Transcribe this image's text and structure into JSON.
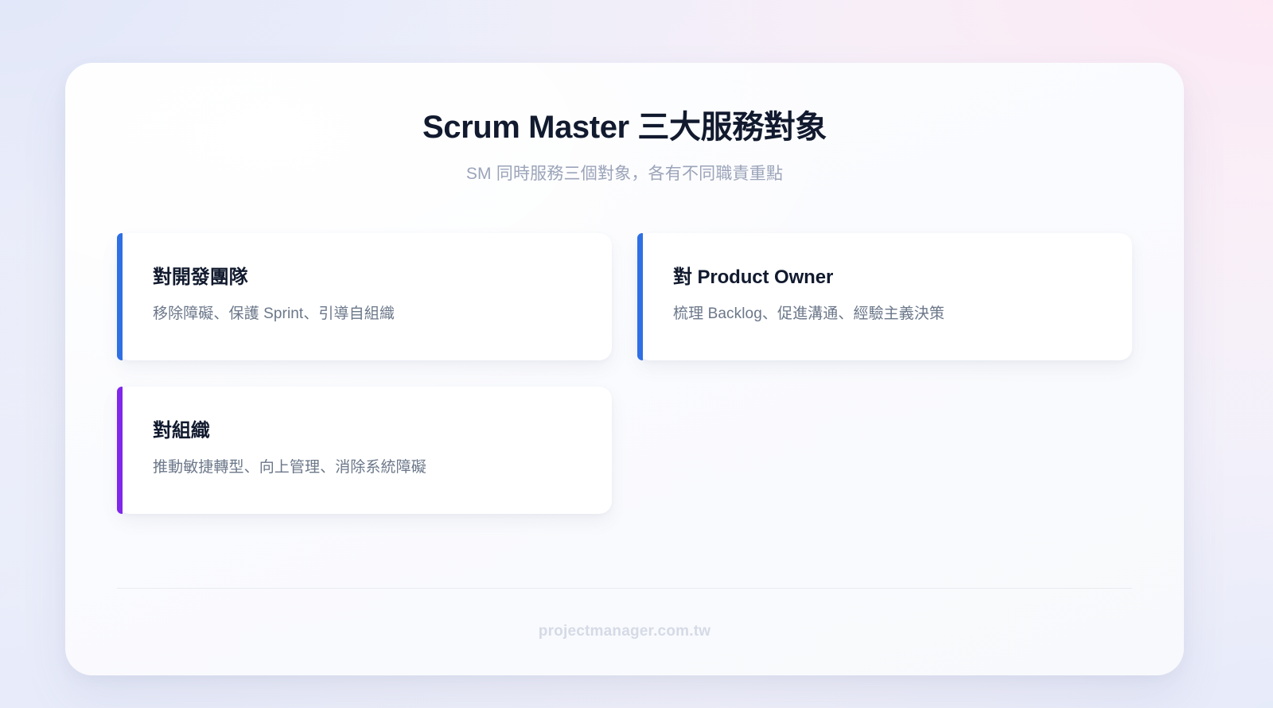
{
  "header": {
    "title": "Scrum Master 三大服務對象",
    "subtitle": "SM 同時服務三個對象，各有不同職責重點"
  },
  "cards": [
    {
      "title": "對開發團隊",
      "description": "移除障礙、保護 Sprint、引導自組織",
      "accent_color": "#2f6fe4",
      "accent_name": "blue"
    },
    {
      "title": "對 Product Owner",
      "description": "梳理 Backlog、促進溝通、經驗主義決策",
      "accent_color": "#2f6fe4",
      "accent_name": "blue"
    },
    {
      "title": "對組織",
      "description": "推動敏捷轉型、向上管理、消除系統障礙",
      "accent_color": "#7f27ea",
      "accent_name": "purple"
    }
  ],
  "footer": {
    "site": "projectmanager.com.tw"
  },
  "colors": {
    "title_text": "#111a2e",
    "subtitle_text": "#9ba4b9",
    "body_text": "#6b7789",
    "footer_text": "#d5dae6",
    "card_background": "#ffffff",
    "panel_background": "#fafbfe",
    "divider": "#e9ebf0",
    "accent_blue": "#2f6fe4",
    "accent_purple": "#7f27ea"
  }
}
